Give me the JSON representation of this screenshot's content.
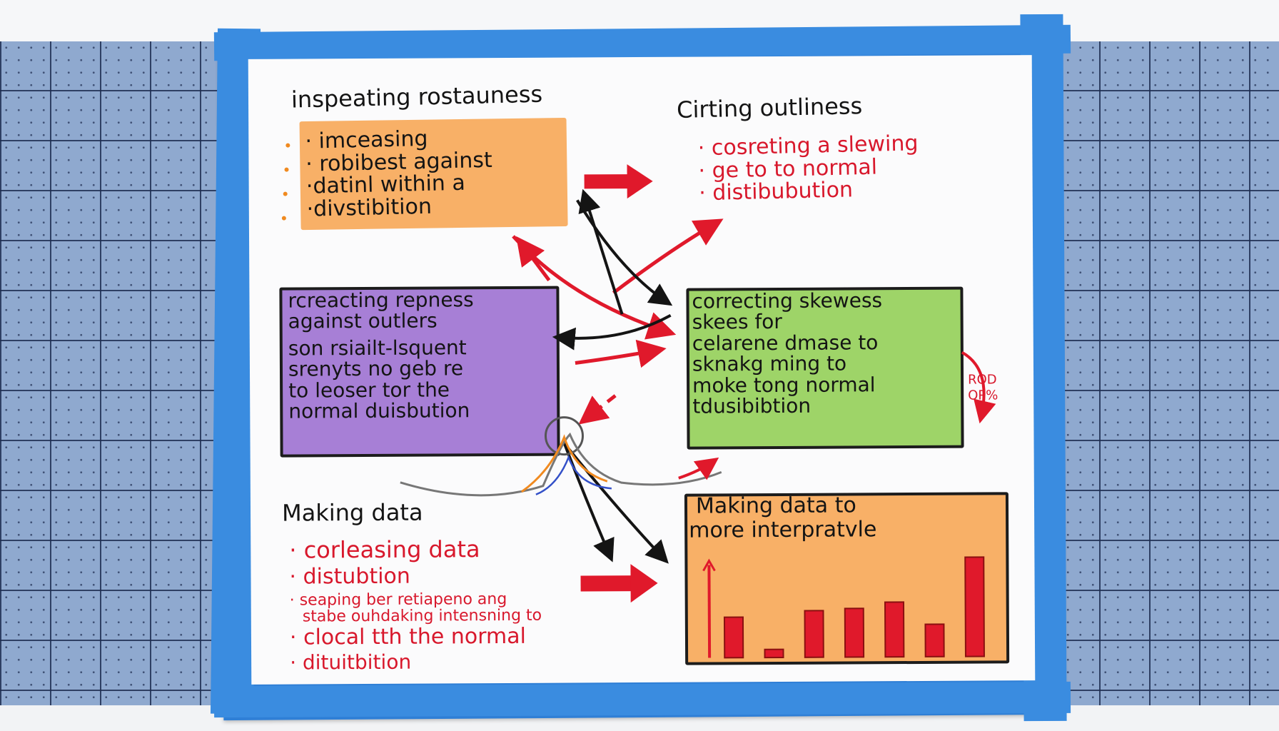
{
  "top_left": {
    "title": "inspeating rostauness",
    "lines": [
      "· imceasing",
      "· robibest against",
      "·datinl within a",
      "·divstibition"
    ]
  },
  "top_right": {
    "title": "Cirting outliness",
    "lines": [
      "· cosreting a slewing",
      "·  ge  to to normal",
      "· distibubution"
    ]
  },
  "purple_box": {
    "lines": [
      "rcreacting repness",
      "against outlers",
      "son rsiailt-lsquent",
      "srenyts  no geb re",
      "to leoser  tor the",
      "normal duisbution"
    ]
  },
  "green_box": {
    "lines": [
      "correcting skewess",
      "skees for",
      "celarene dmase to",
      "sknakg ming  to",
      "moke tong normal",
      "tdusibibtion"
    ]
  },
  "side_note": "ROD\nOP%",
  "bottom_left": {
    "title": "Making data",
    "items": [
      {
        "text": "· corleasing data",
        "size": 32
      },
      {
        "text": "· distubtion",
        "size": 30
      },
      {
        "text": "· seaping ber retiapeno ang",
        "size": 22
      },
      {
        "text": "stabe ouhdaking intensning to",
        "size": 22
      },
      {
        "text": "· clocal tth the normal",
        "size": 30
      },
      {
        "text": "· dituitbition",
        "size": 28
      }
    ]
  },
  "chart_box": {
    "title_line1": "Making data to",
    "title_line2": "more interpratvle"
  },
  "chart_data": {
    "type": "bar",
    "categories": [
      "",
      "",
      "",
      "",
      "",
      "",
      ""
    ],
    "values": [
      40,
      8,
      46,
      48,
      54,
      32,
      98
    ],
    "title": "Making data to more interpratvle",
    "xlabel": "",
    "ylabel": "",
    "ylim": [
      0,
      100
    ],
    "colors": {
      "bar": "#e0192b",
      "outline": "#8a1010"
    }
  },
  "colors": {
    "wall": "#8fa9cf",
    "frame": "#2f7fd6",
    "board": "#fbfbfc",
    "orange": "#f8b067",
    "purple": "#a77fd6",
    "green": "#9ed468",
    "marker_red": "#d8182c",
    "ink": "#141414"
  }
}
